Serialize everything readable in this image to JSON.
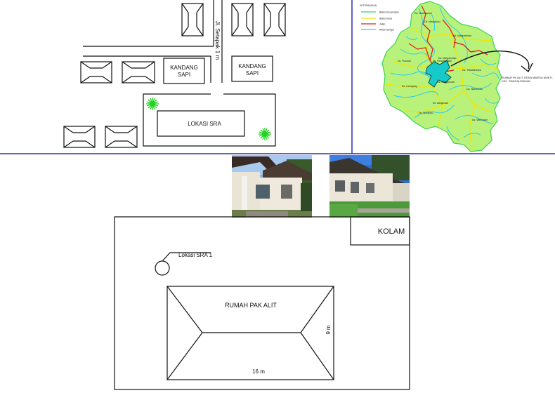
{
  "site_plan": {
    "road_label": "Jl. Setapak 1 m",
    "kandang_left": [
      "KANDANG",
      "SAPI"
    ],
    "kandang_right": [
      "KANDANG",
      "SAPI"
    ],
    "lokasi_sra": "LOKASI SRA"
  },
  "location_map": {
    "legend_title": "KETERANGAN",
    "legend_items": [
      {
        "label": "Batas Kecamatan",
        "color": "#39d353"
      },
      {
        "label": "Batas Desa",
        "color": "#f2e600"
      },
      {
        "label": "Jalan",
        "color": "#e0201b"
      },
      {
        "label": "Aliran Sungai",
        "color": "#33c9ee"
      }
    ],
    "callout": [
      "RUMAH PK ALIT, DESA MARGA MUKTI,",
      "KEC. PANGALENGAN"
    ],
    "place_labels": [
      "Ds. Margamekar",
      "Ds. Sukamanah",
      "Ds. Margaluyu",
      "Ds. Pulosari",
      "Ds. Pangalengan",
      "Ds. Margamulya",
      "Ds. Tribaktimulya",
      "Ds. Lamajang",
      "Ds. Wanasuka",
      "Ds. Banjarsari",
      "Ds. Margamukti",
      "Ds. Sukaluyu",
      "Ds. Warnasari"
    ]
  },
  "house_plan": {
    "pool_label": "KOLAM",
    "sra1_label": "Lokasi SRA 1",
    "house_label": "RUMAH PAK ALIT",
    "width_label": "16 m",
    "depth_label": "9 m"
  },
  "photos": {
    "left": "house-photo-front-icon",
    "right": "house-photo-yard-icon"
  },
  "colors": {
    "divider": "#2b2bb8",
    "tree": "#1fd31f",
    "map_fill": "#b8f27a",
    "river": "#33c9ee",
    "road": "#e0201b",
    "village_border": "#f2e600",
    "district_border": "#39d353",
    "highlight": "#18c9c9"
  }
}
